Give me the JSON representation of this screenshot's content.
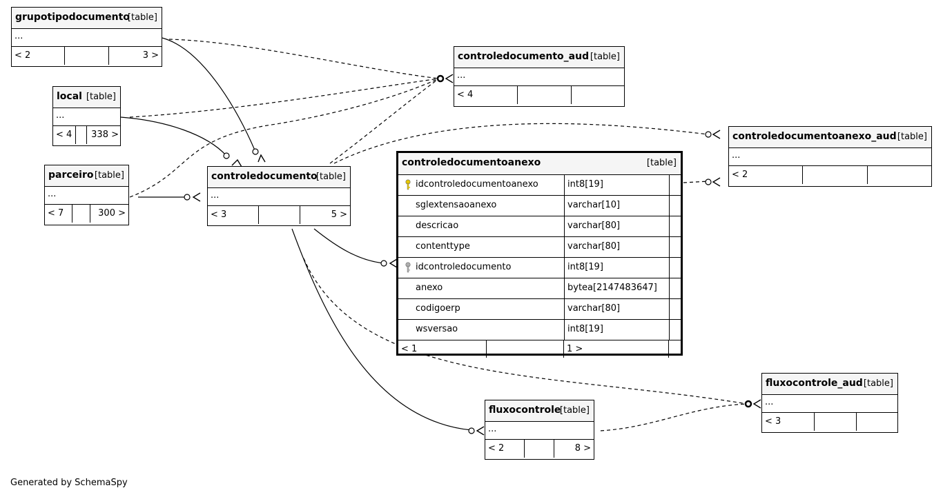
{
  "tables": {
    "grupotipodocumento": {
      "name": "grupotipodocumento",
      "type": "[table]",
      "ellipsis": "...",
      "footer": [
        "< 2",
        "",
        "3 >"
      ]
    },
    "controledocumento_aud": {
      "name": "controledocumento_aud",
      "type": "[table]",
      "ellipsis": "...",
      "footer": [
        "< 4",
        "",
        ""
      ]
    },
    "local": {
      "name": "local",
      "type": "[table]",
      "ellipsis": "...",
      "footer": [
        "< 4",
        "",
        "338 >"
      ]
    },
    "controledocumentoanexo_aud": {
      "name": "controledocumentoanexo_aud",
      "type": "[table]",
      "ellipsis": "...",
      "footer": [
        "< 2",
        "",
        ""
      ]
    },
    "parceiro": {
      "name": "parceiro",
      "type": "[table]",
      "ellipsis": "...",
      "footer": [
        "< 7",
        "",
        "300 >"
      ]
    },
    "controledocumento": {
      "name": "controledocumento",
      "type": "[table]",
      "ellipsis": "...",
      "footer": [
        "< 3",
        "",
        "5 >"
      ]
    },
    "controledocumentoanexo": {
      "name": "controledocumentoanexo",
      "type": "[table]",
      "columns": [
        {
          "name": "idcontroledocumentoanexo",
          "type": "int8[19]",
          "key": "primary"
        },
        {
          "name": "sglextensaoanexo",
          "type": "varchar[10]",
          "key": ""
        },
        {
          "name": "descricao",
          "type": "varchar[80]",
          "key": ""
        },
        {
          "name": "contenttype",
          "type": "varchar[80]",
          "key": ""
        },
        {
          "name": "idcontroledocumento",
          "type": "int8[19]",
          "key": "foreign"
        },
        {
          "name": "anexo",
          "type": "bytea[2147483647]",
          "key": ""
        },
        {
          "name": "codigoerp",
          "type": "varchar[80]",
          "key": ""
        },
        {
          "name": "wsversao",
          "type": "int8[19]",
          "key": ""
        }
      ],
      "footer": [
        "< 1",
        "",
        "1 >"
      ]
    },
    "fluxocontrole_aud": {
      "name": "fluxocontrole_aud",
      "type": "[table]",
      "ellipsis": "...",
      "footer": [
        "< 3",
        "",
        ""
      ]
    },
    "fluxocontrole": {
      "name": "fluxocontrole",
      "type": "[table]",
      "ellipsis": "...",
      "footer": [
        "< 2",
        "",
        "8 >"
      ]
    }
  },
  "generated_by": "Generated by SchemaSpy"
}
